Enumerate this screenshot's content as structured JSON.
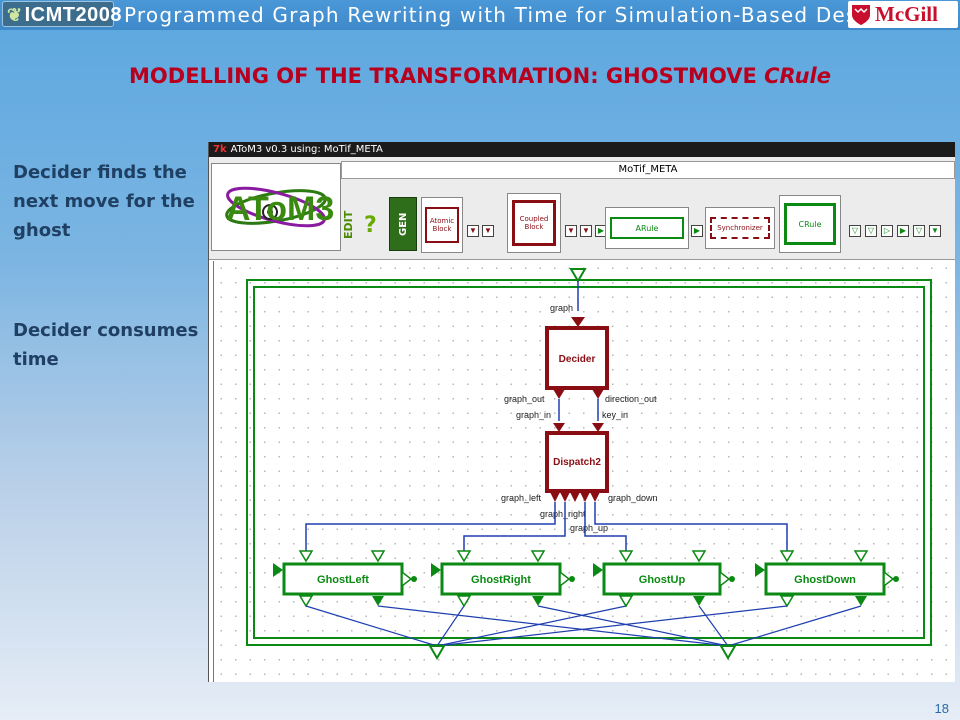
{
  "header": {
    "conf_logo": "ICMT2008",
    "bar_title": "Programmed Graph Rewriting with Time for Simulation-Based Design",
    "uni_logo": "McGill"
  },
  "slide": {
    "title_main": "MODELLING OF THE TRANSFORMATION: GHOSTMOVE ",
    "title_italic": "CRule",
    "side_text_1": "Decider finds the next move for the ghost",
    "side_text_2": "Decider consumes time",
    "page_number": "18"
  },
  "app": {
    "window_title": "AToM3 v0.3 using: MoTif_META",
    "meta_name": "MoTif_META",
    "logo_text": "AToM3",
    "edit_label": "EDIT",
    "help_label": "?",
    "gencode_label": "GEN CODE",
    "atomic_label": "Atomic Block",
    "coupled_label": "Coupled Block",
    "arule_label": "ARule",
    "sync_label": "Synchronizer",
    "crule_label": "CRule"
  },
  "diagram": {
    "decider": "Decider",
    "dispatch": "Dispatch2",
    "ports": {
      "graph": "graph",
      "graph_out": "graph_out",
      "direction_out": "direction_out",
      "graph_in": "graph_in",
      "key_in": "key_in",
      "graph_left": "graph_left",
      "graph_down": "graph_down",
      "graph_right": "graph_right",
      "graph_up": "graph_up"
    },
    "rules": [
      "GhostLeft",
      "GhostRight",
      "GhostUp",
      "GhostDown"
    ]
  },
  "colors": {
    "dark_red": "#8b0d14",
    "green": "#0b8a13",
    "blue": "#1f3fb0",
    "title_red": "#b8001e"
  }
}
